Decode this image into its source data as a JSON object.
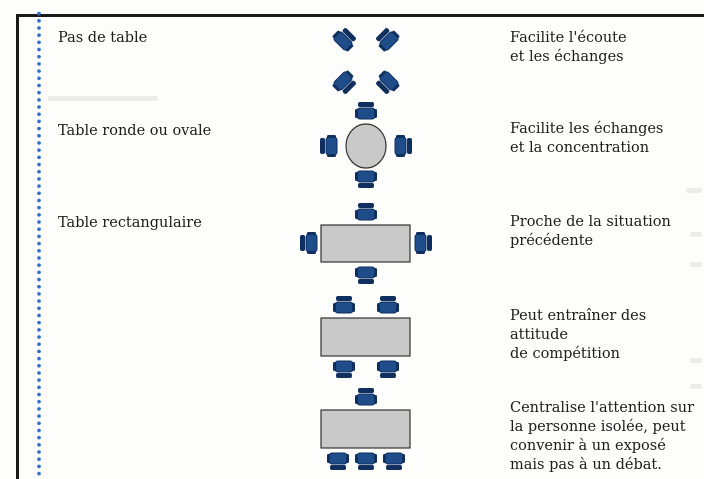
{
  "rows": [
    {
      "label": "Pas de table",
      "description": "Facilite l'écoute\net les échanges"
    },
    {
      "label": "Table ronde ou ovale",
      "description": "Facilite les échanges\net la concentration"
    },
    {
      "label": "Table rectangulaire",
      "description": "Proche de la situation\nprécédente"
    },
    {
      "label": "",
      "description": "Peut entraîner des attitude\nde compétition"
    },
    {
      "label": "",
      "description": "Centralise l'attention sur\nla personne isolée, peut\nconvenir à un exposé\nmais pas à un débat."
    }
  ],
  "colors": {
    "table": "#c9c9c9",
    "table_border": "#333333",
    "chair": "#1f4d8a",
    "chair_dark": "#0f2f5e",
    "dots": "#2f6fcf"
  }
}
